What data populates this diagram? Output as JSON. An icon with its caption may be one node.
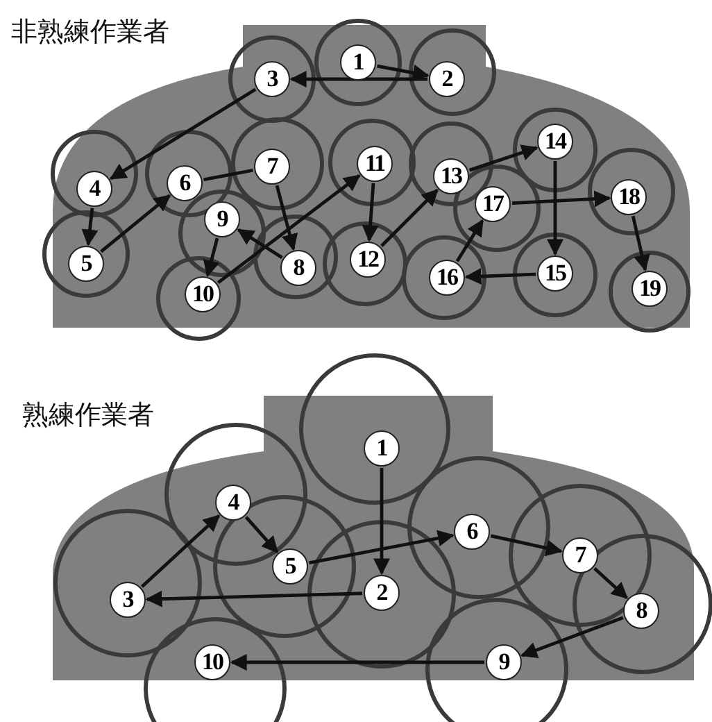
{
  "diagram": {
    "nodes": [
      {
        "text": [
          "非熟練作業者"
        ]
      },
      {
        "text": [
          "1"
        ],
        "in": 0
      },
      {
        "text": [
          "2"
        ],
        "in": 0
      },
      {
        "text": [
          "3"
        ],
        "in": 0
      },
      {
        "text": [
          "4"
        ],
        "in": 0
      },
      {
        "text": [
          "5"
        ],
        "in": 0
      },
      {
        "text": [
          "6"
        ],
        "in": 0
      },
      {
        "text": [
          "7"
        ],
        "in": 0
      },
      {
        "text": [
          "8"
        ],
        "in": 0
      },
      {
        "text": [
          "9"
        ],
        "in": 0
      },
      {
        "text": [
          "10"
        ],
        "in": 0
      },
      {
        "text": [
          "11"
        ],
        "in": 0
      },
      {
        "text": [
          "12"
        ],
        "in": 0
      },
      {
        "text": [
          "13"
        ],
        "in": 0
      },
      {
        "text": [
          "14"
        ],
        "in": 0
      },
      {
        "text": [
          "15"
        ],
        "in": 0
      },
      {
        "text": [
          "16"
        ],
        "in": 0
      },
      {
        "text": [
          "17"
        ],
        "in": 0
      },
      {
        "text": [
          "18"
        ],
        "in": 0
      },
      {
        "text": [
          "19"
        ],
        "in": 0
      },
      {
        "text": [
          "熟練作業者"
        ]
      },
      {
        "text": [
          "1"
        ],
        "in": 20
      },
      {
        "text": [
          "2"
        ],
        "in": 20
      },
      {
        "text": [
          "3"
        ],
        "in": 20
      },
      {
        "text": [
          "4"
        ],
        "in": 20
      },
      {
        "text": [
          "5"
        ],
        "in": 20
      },
      {
        "text": [
          "6"
        ],
        "in": 20
      },
      {
        "text": [
          "7"
        ],
        "in": 20
      },
      {
        "text": [
          "8"
        ],
        "in": 20
      },
      {
        "text": [
          "9"
        ],
        "in": 20
      },
      {
        "text": [
          "10"
        ],
        "in": 20
      }
    ],
    "edges": [
      {
        "from": 1,
        "to": 2,
        "arrow": "to"
      },
      {
        "from": 2,
        "to": 3,
        "arrow": "to"
      },
      {
        "from": 3,
        "to": 4,
        "arrow": "to"
      },
      {
        "from": 4,
        "to": 5,
        "arrow": "to"
      },
      {
        "from": 5,
        "to": 6,
        "arrow": "to"
      },
      {
        "from": 6,
        "to": 7,
        "arrow": "none"
      },
      {
        "from": 7,
        "to": 8,
        "arrow": "to"
      },
      {
        "from": 8,
        "to": 9,
        "arrow": "to"
      },
      {
        "from": 9,
        "to": 10,
        "arrow": "to"
      },
      {
        "from": 10,
        "to": 11,
        "arrow": "to"
      },
      {
        "from": 11,
        "to": 12,
        "arrow": "to"
      },
      {
        "from": 12,
        "to": 13,
        "arrow": "to"
      },
      {
        "from": 13,
        "to": 14,
        "arrow": "to"
      },
      {
        "from": 14,
        "to": 15,
        "arrow": "to"
      },
      {
        "from": 15,
        "to": 16,
        "arrow": "to"
      },
      {
        "from": 16,
        "to": 17,
        "arrow": "to"
      },
      {
        "from": 17,
        "to": 18,
        "arrow": "to"
      },
      {
        "from": 18,
        "to": 19,
        "arrow": "to"
      },
      {
        "from": 21,
        "to": 22,
        "arrow": "to"
      },
      {
        "from": 22,
        "to": 23,
        "arrow": "to"
      },
      {
        "from": 23,
        "to": 24,
        "arrow": "to"
      },
      {
        "from": 24,
        "to": 25,
        "arrow": "to"
      },
      {
        "from": 25,
        "to": 26,
        "arrow": "to"
      },
      {
        "from": 26,
        "to": 27,
        "arrow": "to"
      },
      {
        "from": 27,
        "to": 28,
        "arrow": "to"
      },
      {
        "from": 28,
        "to": 29,
        "arrow": "to"
      },
      {
        "from": 29,
        "to": 30,
        "arrow": "to"
      }
    ]
  }
}
